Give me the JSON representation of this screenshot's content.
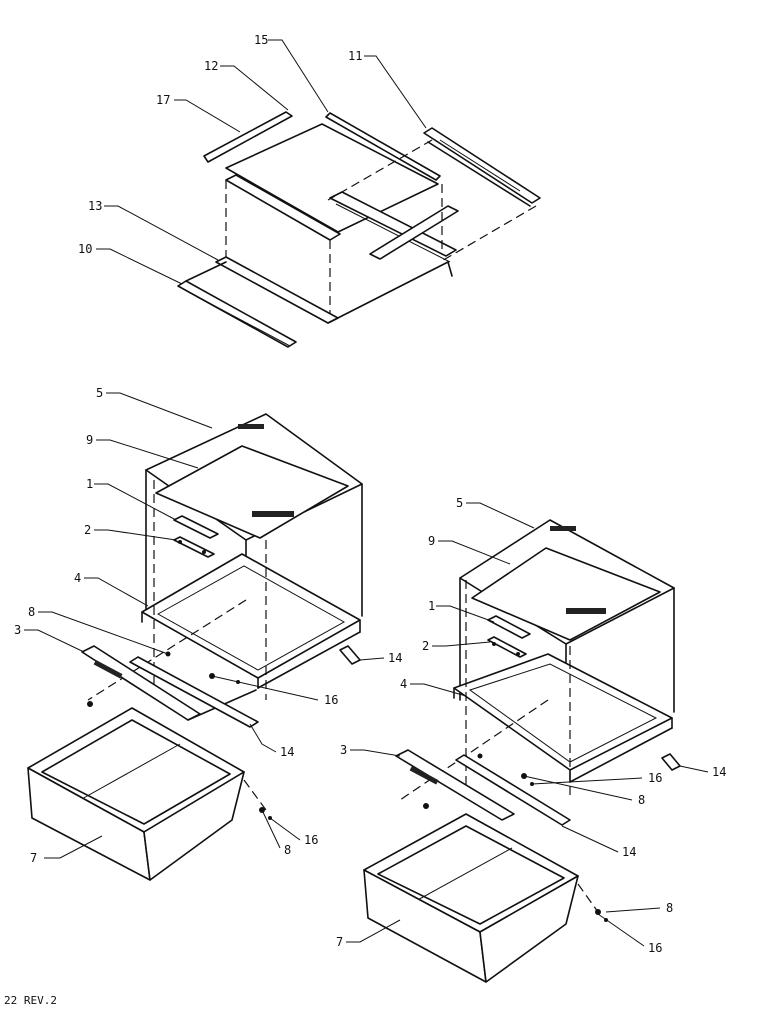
{
  "callouts": {
    "top": {
      "c15": "15",
      "c11": "11",
      "c12": "12",
      "c17": "17",
      "c13": "13",
      "c10": "10"
    },
    "left": {
      "c5": "5",
      "c9": "9",
      "c1": "1",
      "c2": "2",
      "c4": "4",
      "c8": "8",
      "c3": "3",
      "c14a": "14",
      "c16": "16",
      "c14b": "14",
      "c7": "7",
      "c16b": "16",
      "c8b": "8"
    },
    "right": {
      "c5": "5",
      "c9": "9",
      "c1": "1",
      "c2": "2",
      "c4": "4",
      "c3": "3",
      "c16": "16",
      "c14a": "14",
      "c8": "8",
      "c14b": "14",
      "c8b": "8",
      "c16b": "16",
      "c7": "7"
    }
  },
  "footer": {
    "revision": "22 REV.2"
  }
}
